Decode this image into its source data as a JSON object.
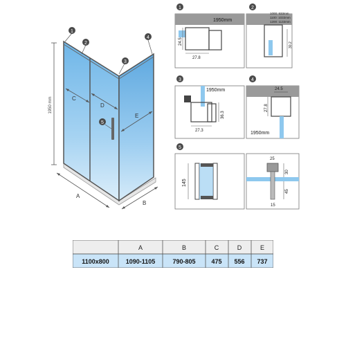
{
  "shower": {
    "markers": [
      "1",
      "2",
      "3",
      "4",
      "5"
    ],
    "dim_labels": {
      "a": "A",
      "b": "B",
      "c": "C",
      "d": "D",
      "e": "E"
    },
    "height_label": "1950 mm"
  },
  "detail1": {
    "num": "1",
    "height": "1950mm",
    "dim_v": "24.5",
    "dim_h": "27.8"
  },
  "detail2": {
    "num": "2",
    "sizes": [
      "1000: 933mm",
      "1100: 1033mm",
      "1200: 1133mm"
    ],
    "dim_v": "30.2"
  },
  "detail3": {
    "num": "3",
    "height": "1950mm",
    "dim_v": "36.3",
    "dim_h": "27.3"
  },
  "detail4": {
    "num": "4",
    "height": "1950mm",
    "dim_h": "24.5",
    "dim_v": "27.8"
  },
  "detail5": {
    "num": "5",
    "handle_len": "145",
    "dim_top": "25",
    "dim_r1": "30",
    "dim_r2": "45",
    "dim_bot": "15"
  },
  "table": {
    "headers": [
      "",
      "A",
      "B",
      "C",
      "D",
      "E"
    ],
    "row": [
      "1100x800",
      "1090-1105",
      "790-805",
      "475",
      "556",
      "737"
    ]
  },
  "colors": {
    "glass": "#8ec8ee",
    "frame": "#555555",
    "marker": "#4a4a4a",
    "row": "#c9e4f8",
    "header": "#eeeeee"
  }
}
